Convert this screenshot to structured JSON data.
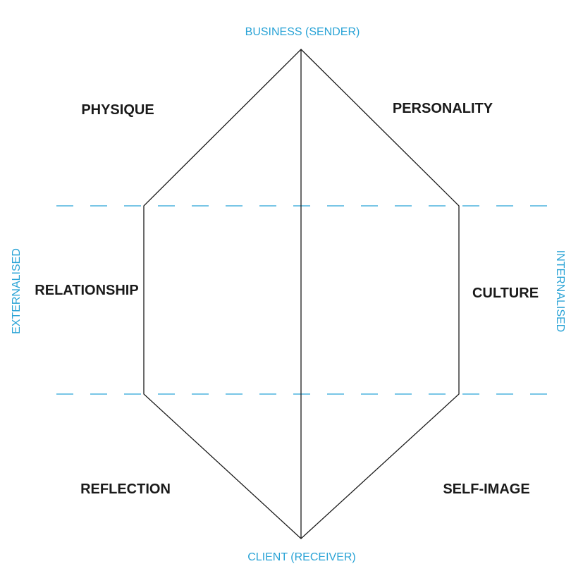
{
  "colors": {
    "accent": "#29a3d6",
    "outline": "#1a1a1a"
  },
  "poles": {
    "top": "BUSINESS (SENDER)",
    "bottom": "CLIENT (RECEIVER)"
  },
  "sides": {
    "left": "EXTERNALISED",
    "right": "INTERNALISED"
  },
  "facets": {
    "physique": "PHYSIQUE",
    "personality": "PERSONALITY",
    "relationship": "RELATIONSHIP",
    "culture": "CULTURE",
    "reflection": "REFLECTION",
    "self_image": "SELF-IMAGE"
  }
}
